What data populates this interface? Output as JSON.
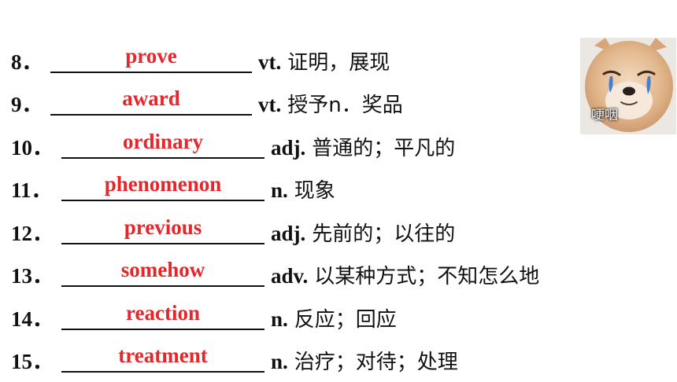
{
  "items": [
    {
      "number": "8．",
      "answer": "prove",
      "pos": "vt.",
      "meaning": "证明，展现"
    },
    {
      "number": "9．",
      "answer": "award",
      "pos": "vt.",
      "meaning": "授予n．奖品"
    },
    {
      "number": "10．",
      "answer": "ordinary",
      "pos": "adj.",
      "meaning": "普通的；平凡的"
    },
    {
      "number": "11．",
      "answer": "phenomenon",
      "pos": "n.",
      "meaning": "现象"
    },
    {
      "number": "12．",
      "answer": "previous",
      "pos": "adj.",
      "meaning": "先前的；以往的"
    },
    {
      "number": "13．",
      "answer": "somehow",
      "pos": "adv.",
      "meaning": "以某种方式；不知怎么地"
    },
    {
      "number": "14．",
      "answer": "reaction",
      "pos": "n.",
      "meaning": "反应；回应"
    },
    {
      "number": "15．",
      "answer": "treatment",
      "pos": "n.",
      "meaning": "治疗；对待；处理"
    }
  ],
  "sticker": {
    "caption": "哽咽"
  },
  "colors": {
    "answer": "#e8262a",
    "text": "#111111"
  }
}
